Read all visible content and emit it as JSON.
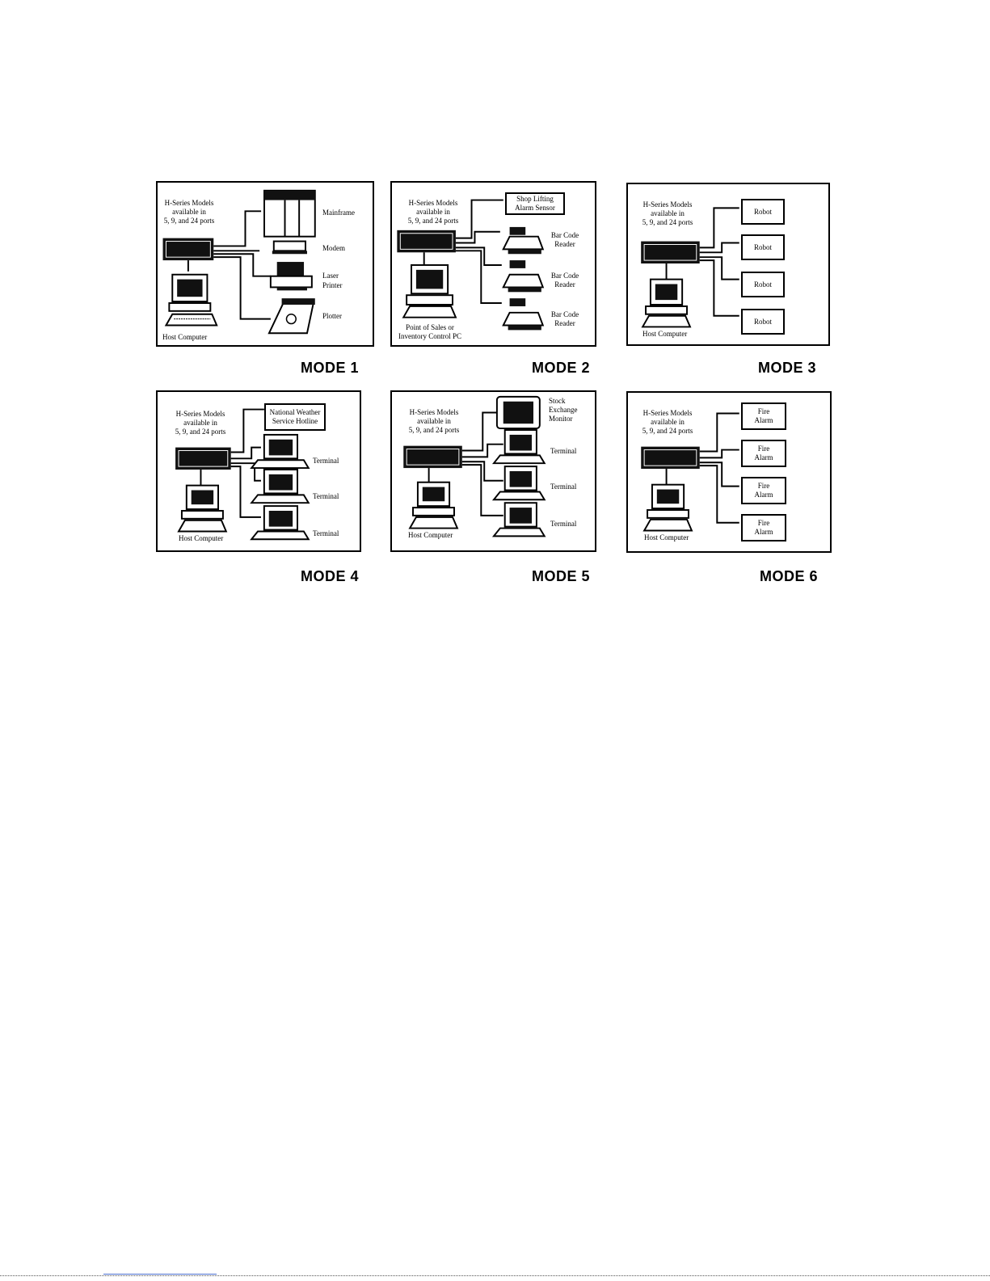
{
  "header_lines": [
    "H-Series Models",
    "available in",
    "5, 9, and 24 ports"
  ],
  "panels": [
    {
      "mode_label": "MODE 1",
      "host_label": "Host Computer",
      "devices": [
        "Mainframe",
        "Modem",
        "Laser",
        "Printer",
        "Plotter"
      ]
    },
    {
      "mode_label": "MODE 2",
      "host_label": [
        "Point of Sales or",
        "Inventory Control PC"
      ],
      "sensor_label": [
        "Shop Lifting",
        "Alarm Sensor"
      ],
      "devices": [
        [
          "Bar Code",
          "Reader"
        ],
        [
          "Bar Code",
          "Reader"
        ],
        [
          "Bar Code",
          "Reader"
        ]
      ]
    },
    {
      "mode_label": "MODE 3",
      "host_label": "Host Computer",
      "devices": [
        "Robot",
        "Robot",
        "Robot",
        "Robot"
      ]
    },
    {
      "mode_label": "MODE 4",
      "host_label": "Host Computer",
      "service_label": [
        "National Weather",
        "Service Hotline"
      ],
      "devices": [
        "Terminal",
        "Terminal",
        "Terminal"
      ]
    },
    {
      "mode_label": "MODE 5",
      "host_label": "Host Computer",
      "monitor_label": [
        "Stock",
        "Exchange",
        "Monitor"
      ],
      "devices": [
        "Terminal",
        "Terminal",
        "Terminal"
      ]
    },
    {
      "mode_label": "MODE 6",
      "host_label": "Host Computer",
      "devices": [
        [
          "Fire",
          "Alarm"
        ],
        [
          "Fire",
          "Alarm"
        ],
        [
          "Fire",
          "Alarm"
        ],
        [
          "Fire",
          "Alarm"
        ]
      ]
    }
  ]
}
